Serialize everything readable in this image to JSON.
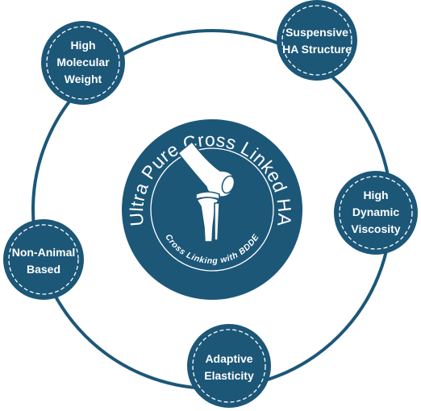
{
  "colors": {
    "primary": "#1c5778",
    "background": "#ffffff",
    "text": "#ffffff",
    "dash": "#ffffff"
  },
  "center": {
    "title": "Ultra Pure Cross Linked HA",
    "subtitle": "Cross Linking with BDDE",
    "icon": "knee-joint-icon"
  },
  "nodes": [
    {
      "id": "high-molecular-weight",
      "lines": [
        "High",
        "Molecular",
        "Weight"
      ]
    },
    {
      "id": "suspensive-ha-structure",
      "lines": [
        "Suspensive",
        "HA Structure"
      ]
    },
    {
      "id": "high-dynamic-viscosity",
      "lines": [
        "High",
        "Dynamic",
        "Viscosity"
      ]
    },
    {
      "id": "adaptive-elasticity",
      "lines": [
        "Adaptive",
        "Elasticity"
      ]
    },
    {
      "id": "non-animal-based",
      "lines": [
        "Non-Animal",
        "Based"
      ]
    }
  ]
}
